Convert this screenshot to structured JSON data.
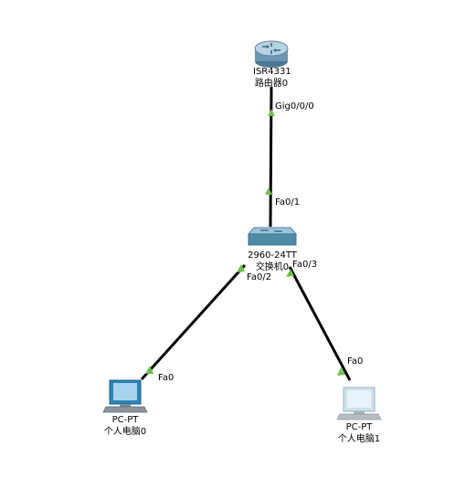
{
  "devices": {
    "router": {
      "model": "ISR4331",
      "name": "路由器0"
    },
    "switch": {
      "model": "2960-24TT",
      "name": "交换机0"
    },
    "pc0": {
      "model": "PC-PT",
      "name": "个人电脑0"
    },
    "pc1": {
      "model": "PC-PT",
      "name": "个人电脑1"
    }
  },
  "ports": {
    "router_uplink": "Gig0/0/0",
    "switch_fa01": "Fa0/1",
    "switch_fa02": "Fa0/2",
    "switch_fa03": "Fa0/3",
    "pc0_fa0": "Fa0",
    "pc1_fa0": "Fa0"
  },
  "colors": {
    "link": "#000000",
    "link_up_indicator": "#6cc24a",
    "router_body": "#5f8aa3",
    "switch_body": "#4f8ba6",
    "pc_screen": "#2a7fb3"
  }
}
